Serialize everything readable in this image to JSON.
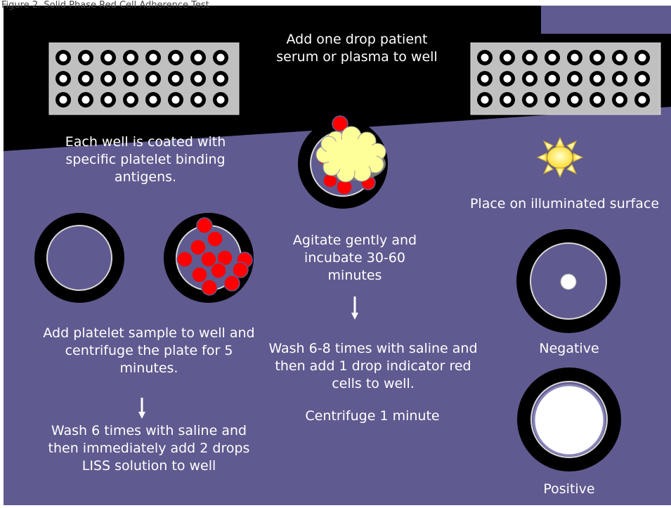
{
  "caption": "Figure 2. Solid Phase Red Cell Adherence Test",
  "steps": {
    "coated_wells": "Each well is coated with specific platelet binding antigens.",
    "add_platelets": "Add platelet sample to well and centrifuge the plate for 5 minutes.",
    "wash_liss": "Wash 6 times with saline and then immediately add 2 drops LISS solution to well",
    "add_serum": "Add one drop patient serum or plasma to well",
    "agitate": "Agitate gently and incubate 30-60 minutes",
    "wash_indicator": "Wash 6-8 times with saline and then add 1 drop indicator red cells to well.",
    "centrifuge": "Centrifuge 1 minute",
    "illuminate": "Place on illuminated surface"
  },
  "results": {
    "negative": "Negative",
    "positive": "Positive"
  },
  "plate": {
    "rows": 3,
    "cols": 8
  },
  "colors": {
    "background": "#5f5a8f",
    "dark_panel": "#000000",
    "plate": "#c0c0c0",
    "red_cell": "#ff0000",
    "serum_blob": "#ffff99",
    "sun": "#ffee55",
    "text": "#ffffff"
  }
}
